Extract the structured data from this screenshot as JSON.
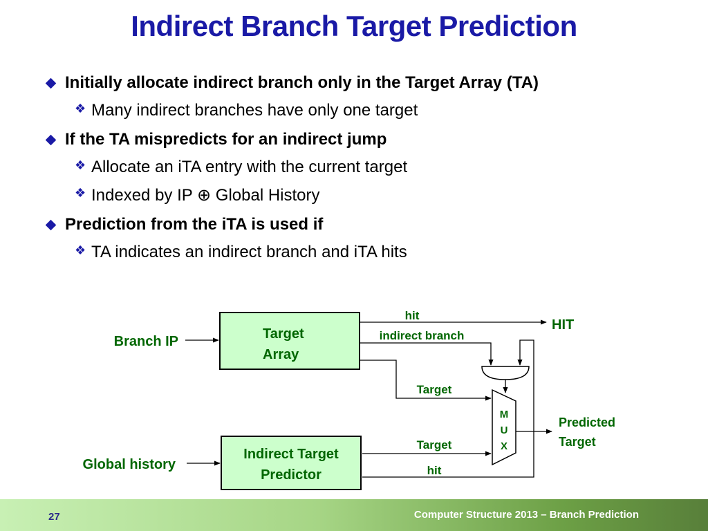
{
  "slide": {
    "title": "Indirect Branch Target Prediction",
    "bullets": [
      {
        "text": "Initially allocate indirect branch only in the Target Array (TA)",
        "sub": [
          "Many indirect branches have only one target"
        ]
      },
      {
        "text": "If the TA mispredicts for an indirect jump",
        "sub": [
          "Allocate an iTA entry with the current target",
          "Indexed by IP ⊕ Global History"
        ]
      },
      {
        "text": "Prediction from the iTA is used if",
        "sub": [
          "TA indicates an indirect branch and iTA hits"
        ]
      }
    ]
  },
  "diagram": {
    "inputs": {
      "branch_ip": "Branch IP",
      "global_history": "Global history"
    },
    "target_array": {
      "line1": "Target",
      "line2": "Array"
    },
    "itp": {
      "line1": "Indirect Target",
      "line2": "Predictor"
    },
    "mux": {
      "l1": "M",
      "l2": "U",
      "l3": "X"
    },
    "labels": {
      "hit_top": "hit",
      "indirect_branch": "indirect branch",
      "hit_out": "HIT",
      "target_ta": "Target",
      "target_ita": "Target",
      "hit_bottom": "hit",
      "predicted_1": "Predicted",
      "predicted_2": "Target"
    },
    "colors": {
      "box_fill": "#ccffcc",
      "label_green": "#006600",
      "stroke": "#000000"
    }
  },
  "footer": {
    "page": "27",
    "text": "Computer Structure 2013 – Branch Prediction"
  }
}
